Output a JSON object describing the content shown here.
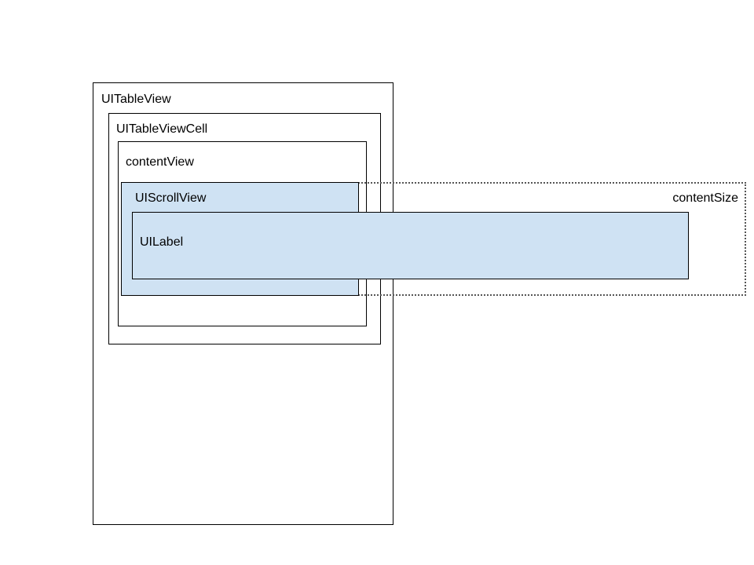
{
  "colors": {
    "border": "#000000",
    "fill": "#cfe2f3",
    "dotted": "#555555",
    "background": "#ffffff"
  },
  "diagram": {
    "table_view": "UITableView",
    "table_view_cell": "UITableViewCell",
    "content_view": "contentView",
    "scroll_view": "UIScrollView",
    "label": "UILabel",
    "content_size": "contentSize"
  }
}
